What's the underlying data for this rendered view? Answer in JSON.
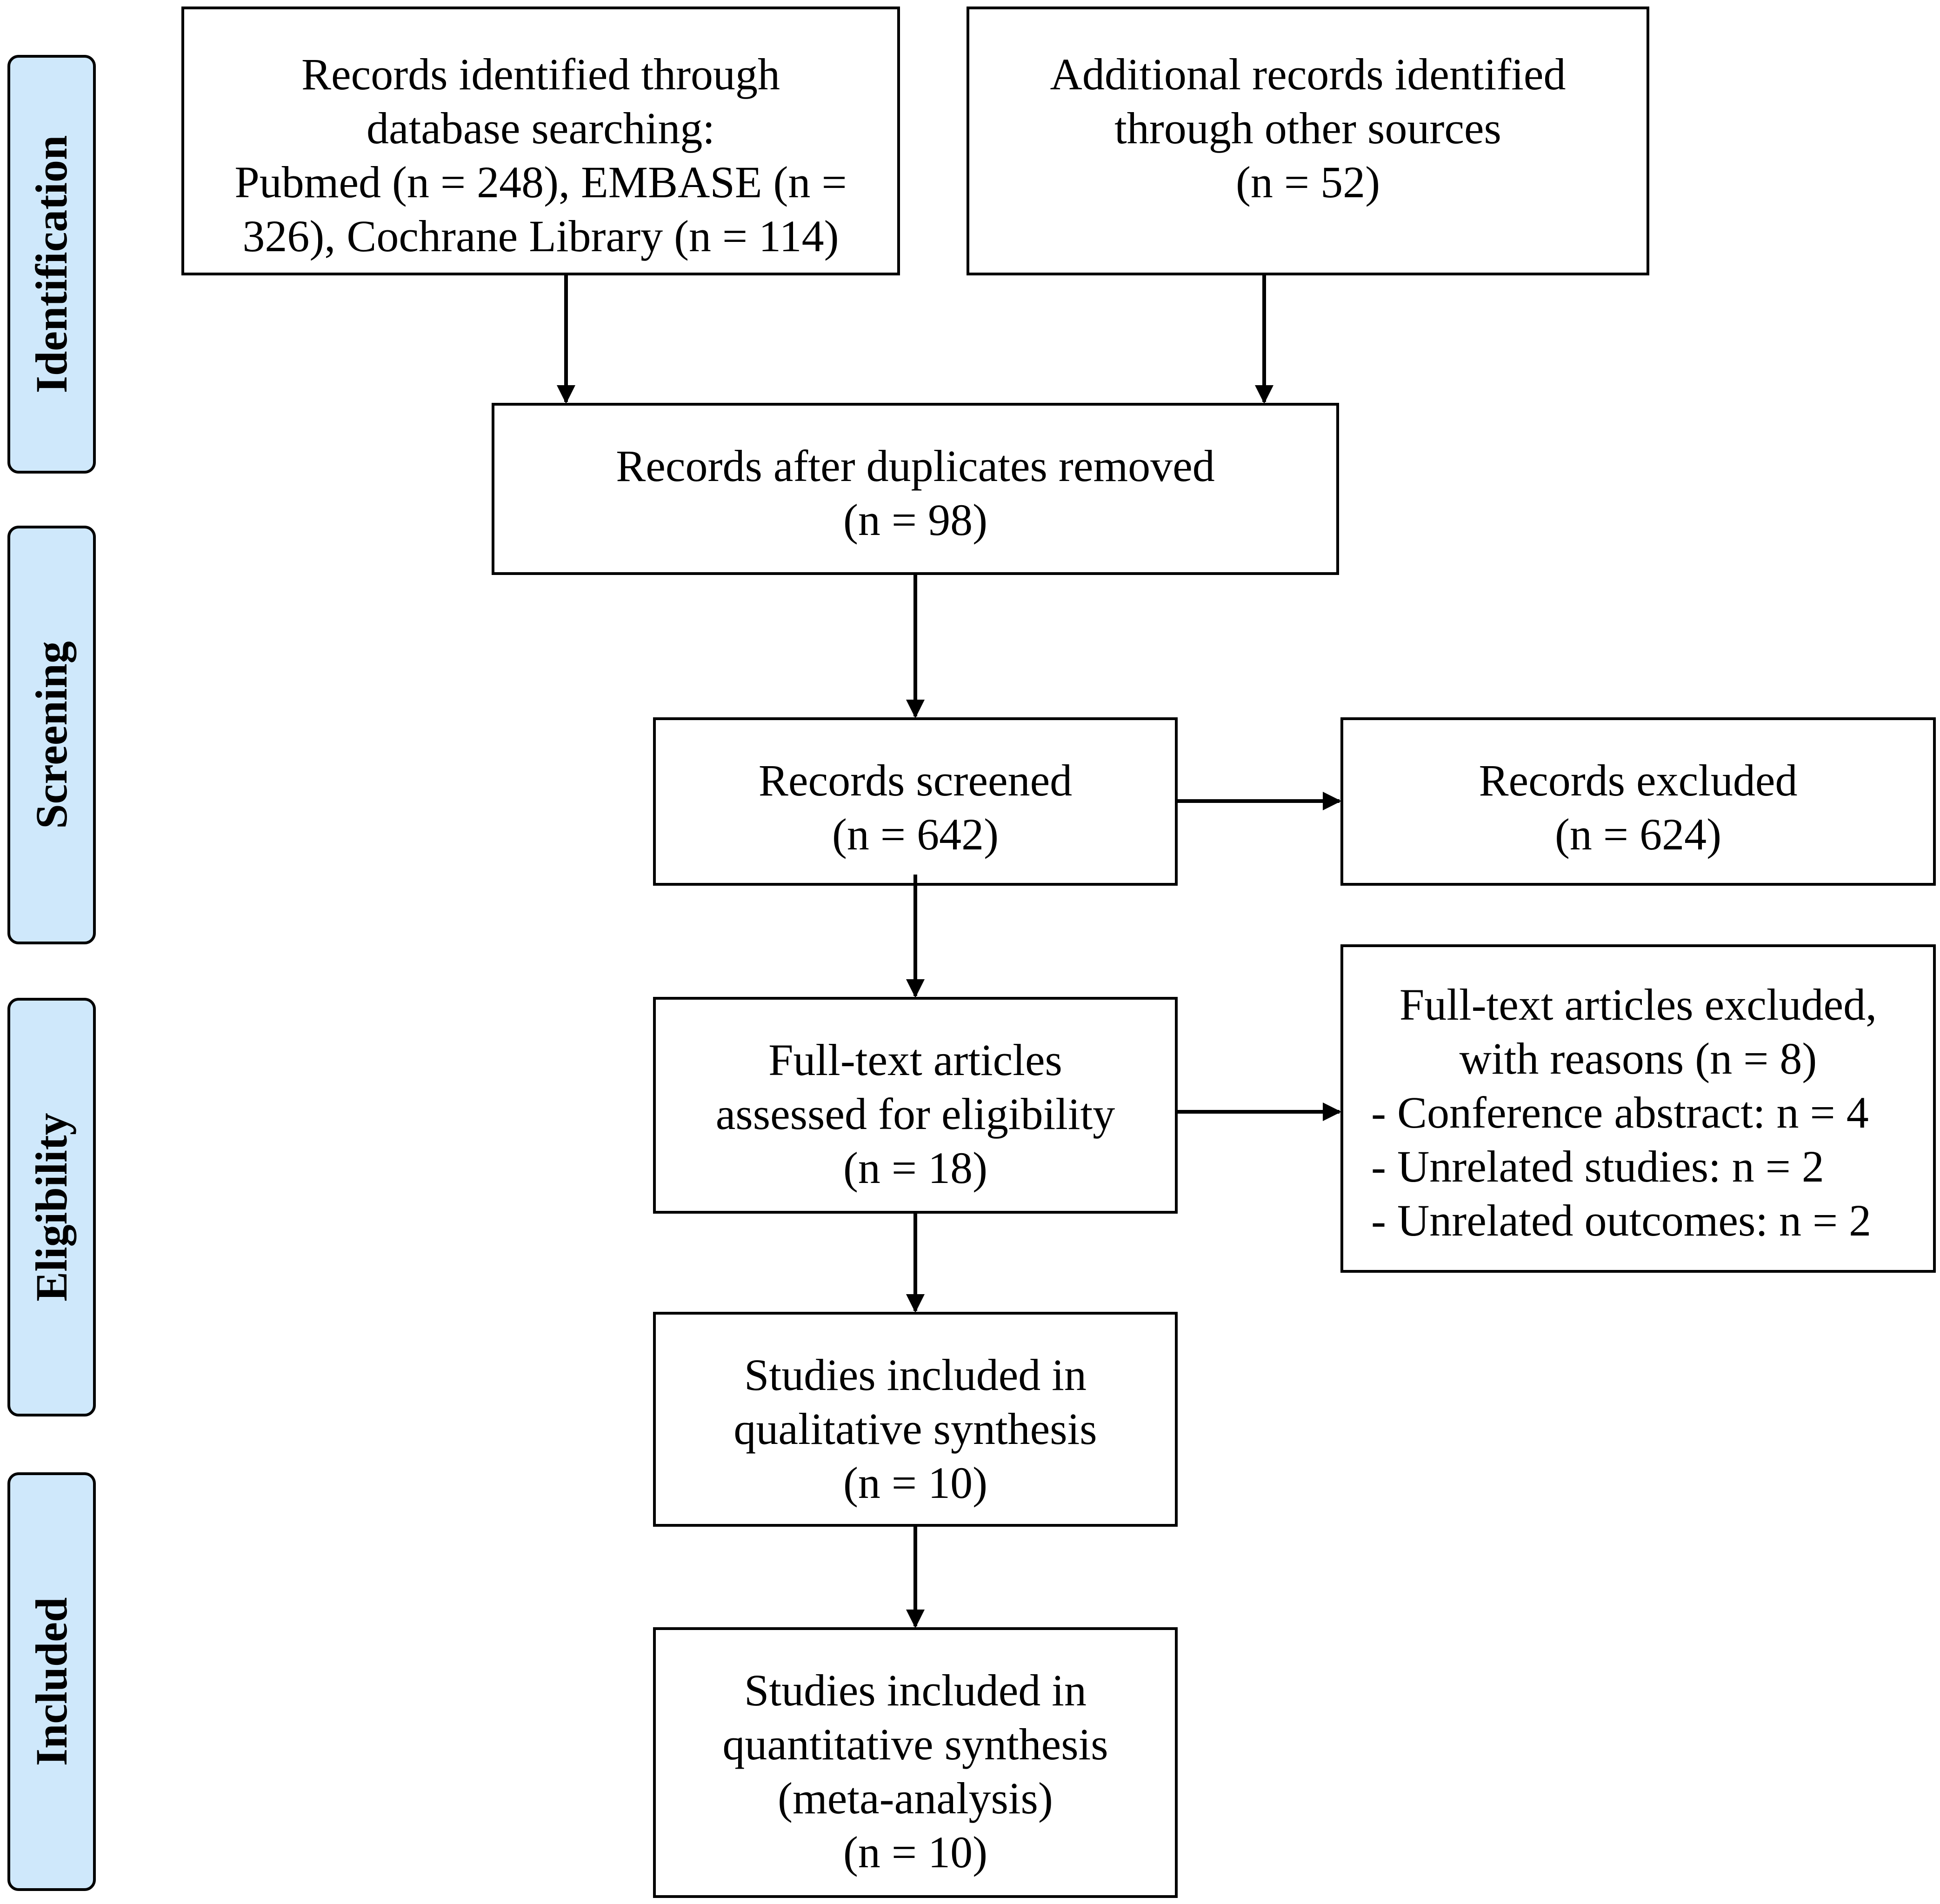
{
  "phases": {
    "identification": "Identification",
    "screening": "Screening",
    "eligibility": "Eligibility",
    "included": "Included"
  },
  "boxes": {
    "database_search": {
      "lines": [
        "Records identified through",
        "database searching:",
        "Pubmed (n = 248), EMBASE (n =",
        "326), Cochrane Library (n = 114)"
      ]
    },
    "other_sources": {
      "lines": [
        "Additional records identified",
        "through other sources",
        "(n = 52)"
      ]
    },
    "after_duplicates": {
      "lines": [
        "Records after duplicates removed",
        "(n = 98)"
      ]
    },
    "screened": {
      "lines": [
        "Records screened",
        "(n = 642)"
      ]
    },
    "excluded": {
      "lines": [
        "Records excluded",
        "(n = 624)"
      ]
    },
    "full_text_assessed": {
      "lines": [
        "Full-text articles",
        "assessed for eligibility",
        "(n = 18)"
      ]
    },
    "full_text_excluded": {
      "heading": [
        "Full-text articles excluded,",
        "with reasons (n = 8)"
      ],
      "reasons": [
        "- Conference abstract: n = 4",
        "- Unrelated studies: n = 2",
        "- Unrelated outcomes: n = 2"
      ]
    },
    "qualitative": {
      "lines": [
        "Studies included in",
        "qualitative synthesis",
        "(n = 10)"
      ]
    },
    "quantitative": {
      "lines": [
        "Studies included in",
        "quantitative synthesis",
        "(meta-analysis)",
        "(n = 10)"
      ]
    }
  }
}
